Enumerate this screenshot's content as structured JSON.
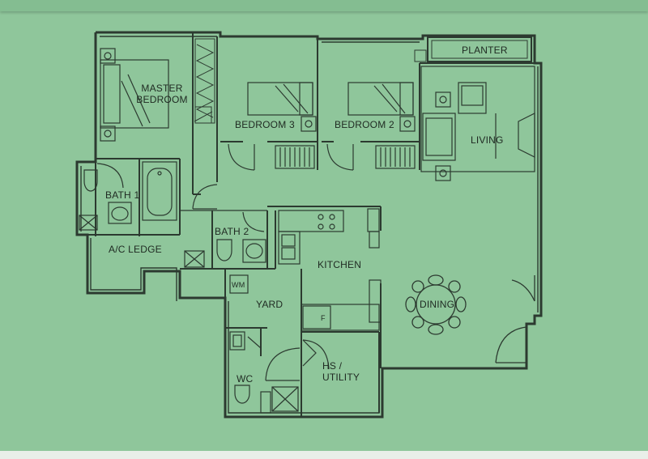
{
  "rooms": {
    "master_bedroom": "MASTER\nBEDROOM",
    "bedroom_3": "BEDROOM 3",
    "bedroom_2": "BEDROOM 2",
    "planter": "PLANTER",
    "living": "LIVING",
    "bath_1": "BATH 1",
    "bath_2": "BATH 2",
    "ac_ledge": "A/C LEDGE",
    "kitchen": "KITCHEN",
    "dining": "DINING",
    "yard": "YARD",
    "wc": "WC",
    "hs_utility": "HS /\nUTILITY",
    "wm": "WM",
    "fridge": "F"
  },
  "colors": {
    "background": "#8fc69b",
    "lines": "#2c3a30"
  }
}
